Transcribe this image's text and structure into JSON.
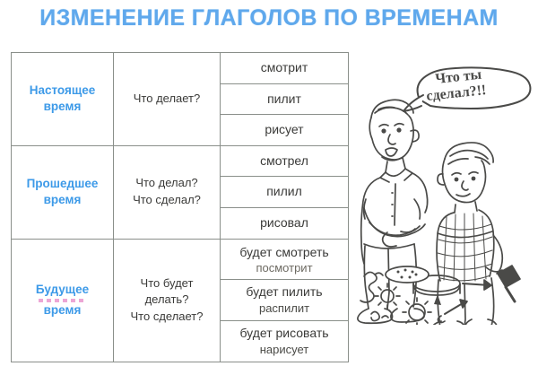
{
  "title": "ИЗМЕНЕНИЕ ГЛАГОЛОВ ПО ВРЕМЕНАМ",
  "colors": {
    "title_blue": "#5fa8ec",
    "tense_blue": "#3d9ae8",
    "text_gray": "#3a3a38",
    "border_gray": "#8a8f8a",
    "artifact_magenta": "#e274bd"
  },
  "table": {
    "rows": [
      {
        "tense_line1": "Настоящее",
        "tense_line2": "время",
        "questions": [
          "Что делает?"
        ],
        "forms": [
          {
            "main": "смотрит",
            "second": ""
          },
          {
            "main": "пилит",
            "second": ""
          },
          {
            "main": "рисует",
            "second": ""
          }
        ]
      },
      {
        "tense_line1": "Прошедшее",
        "tense_line2": "время",
        "questions": [
          "Что делал?",
          "Что сделал?"
        ],
        "forms": [
          {
            "main": "смотрел",
            "second": ""
          },
          {
            "main": "пилил",
            "second": ""
          },
          {
            "main": "рисовал",
            "second": ""
          }
        ]
      },
      {
        "tense_line1": "Будущее",
        "tense_line2": "время",
        "questions": [
          "Что будет делать?",
          "Что сделает?"
        ],
        "questions_split": [
          "Что будет",
          "делать?",
          "Что сделает?"
        ],
        "forms": [
          {
            "main": "будет смотреть",
            "second": "посмотрит"
          },
          {
            "main": "будет пилить",
            "second": "распилит"
          },
          {
            "main": "будет рисовать",
            "second": "нарисует"
          }
        ]
      }
    ]
  },
  "illustration": {
    "speech_bubble": "Что ты сделал?!!",
    "speech_line1": "Что ты",
    "speech_line2": "сделал?!!",
    "description": "adult man scolding a boy standing over a broken clock on the floor"
  }
}
